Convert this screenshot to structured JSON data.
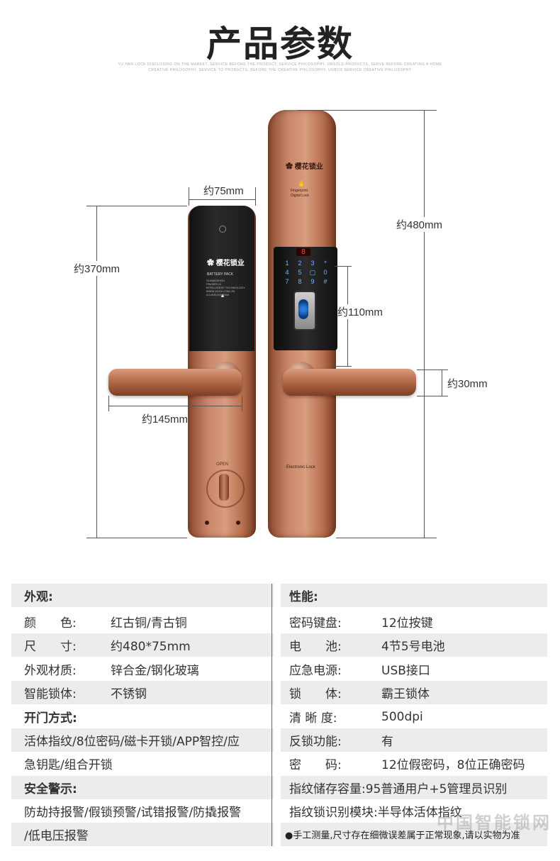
{
  "header": {
    "title": "产品参数",
    "subline_1": "YU HAN LOCK DISCLOSING ON THE MARKET, SERVICE BEFORE THE PRODUCT, SERVICE PHILOSOPHY, UNSOLD PRODUCTS, SERVE BEFORE CREATING A HOME",
    "subline_2": "CREATIVE PHILOSOPHY, SERVICE TO PRODUCTS, BEFORE THE CREATIVE PHILOSOPHY, UNBOX SERVICE CREATIVE PHILOSOPHY"
  },
  "lock_text": {
    "brand": "樱花锁业",
    "battery_pack": "BATTERY PACK",
    "battery_lines": [
      "GUANGZHOU",
      "FINGER.LK",
      "INTELLIGENT TECHNOLOGY",
      "WWW.XXXX.COM.CN",
      "4-0-600-000-0000"
    ],
    "fingerprint_line_1": "Fingerprint",
    "fingerprint_line_2": "Digital Lock",
    "display": "8",
    "keys": [
      "1",
      "2",
      "3",
      "*",
      "4",
      "5",
      "▢",
      "0",
      "7",
      "8",
      "9",
      "#"
    ],
    "electronic_lock": "Electronic Lock",
    "knob_open": "OPEN"
  },
  "dimensions": {
    "width_75": "约75mm",
    "height_370": "约370mm",
    "height_480": "约480mm",
    "keypad_110": "约110mm",
    "handle_30": "约30mm",
    "handle_145": "约145mm"
  },
  "specs": {
    "left": {
      "appearance_header": "外观:",
      "rows": [
        {
          "label": "颜　　色:",
          "value": "红古铜/青古铜"
        },
        {
          "label": "尺　　寸:",
          "value": "约480*75mm"
        },
        {
          "label": "外观材质:",
          "value": "锌合金/钢化玻璃"
        },
        {
          "label": "智能锁体:",
          "value": "不锈钢"
        }
      ],
      "open_header": "开门方式:",
      "open_line_1": "活体指纹/8位密码/磁卡开锁/APP智控/应",
      "open_line_2": "急钥匙/组合开锁",
      "alarm_header": "安全警示:",
      "alarm_line_1": "防劫持报警/假锁预警/试错报警/防撬报警",
      "alarm_line_2": "/低电压报警"
    },
    "right": {
      "performance_header": "性能:",
      "rows": [
        {
          "label": "密码键盘:",
          "value": "12位按键"
        },
        {
          "label": "电　　池:",
          "value": "4节5号电池"
        },
        {
          "label": "应急电源:",
          "value": "USB接口"
        },
        {
          "label": "锁　　体:",
          "value": "霸王锁体"
        },
        {
          "label": "清 晰 度:",
          "value": "500dpi"
        },
        {
          "label": "反锁功能:",
          "value": "有"
        },
        {
          "label": "密　　码:",
          "value": "12位假密码，8位正确密码"
        },
        {
          "label": "指纹储存容量:",
          "value": "95普通用户+5管理员识别"
        },
        {
          "label": "指纹锁识别模块:",
          "value": "半导体活体指纹"
        }
      ],
      "note": "●手工测量,尺寸存在细微误差属于正常现象,请以实物为准"
    }
  },
  "watermark": "中国智能锁网",
  "colors": {
    "shade_row": "#ececec",
    "copper": "#c9866a",
    "black_panel": "#1a1a1a"
  }
}
